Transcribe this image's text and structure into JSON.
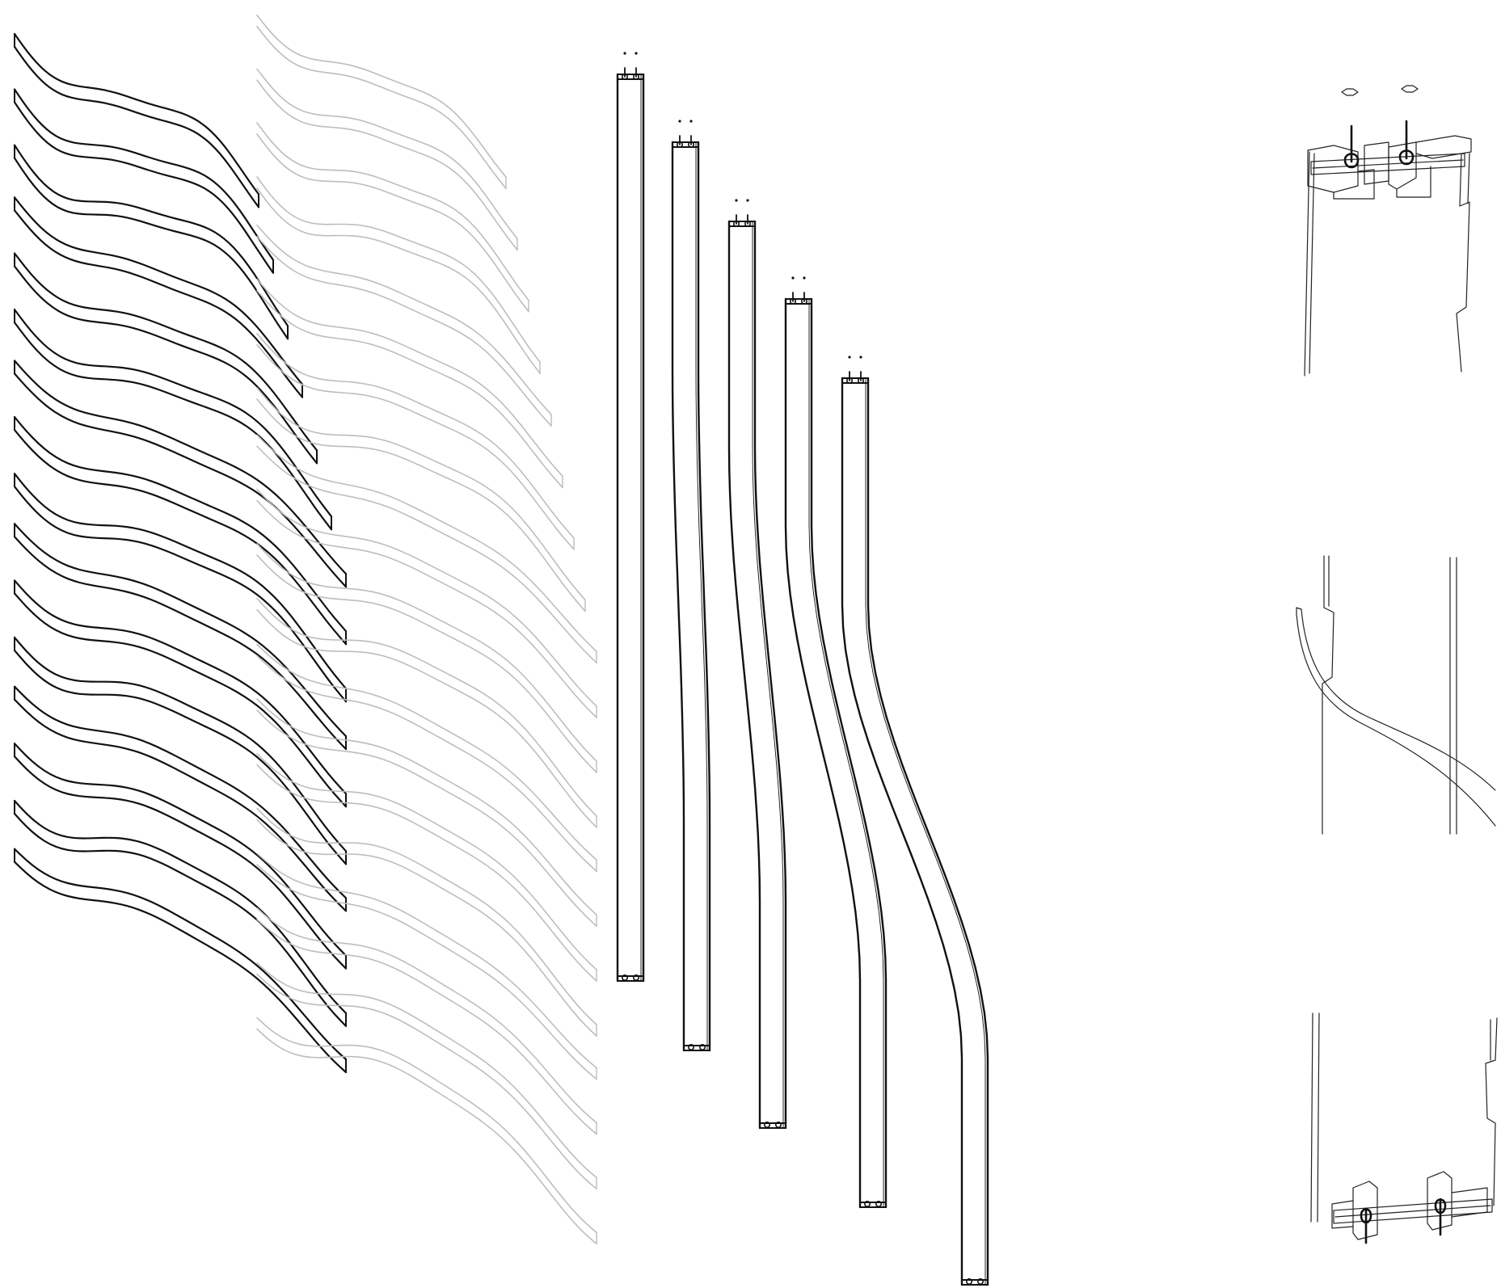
{
  "drawing": {
    "colors": {
      "background": "#ffffff",
      "line_dark": "#111111",
      "line_light": "#bdbdbd",
      "line_detail": "#222222"
    },
    "components": {
      "wave_ribbons_dark": 16,
      "wave_ribbons_light": 20,
      "vertical_strips": 5,
      "joint_details": 3
    }
  }
}
